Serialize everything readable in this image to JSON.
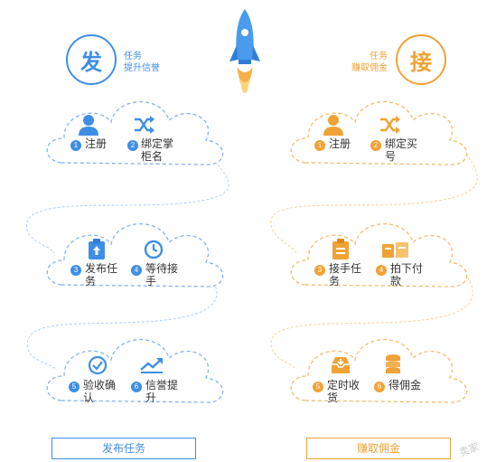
{
  "colors": {
    "publish": "#3f8ee6",
    "accept": "#f1a236"
  },
  "publish": {
    "badge": "发",
    "subtitle_1": "任务",
    "subtitle_2": "提升信誉",
    "steps": [
      {
        "num": "1",
        "label": "注册",
        "icon": "user-icon"
      },
      {
        "num": "2",
        "label": "绑定掌\n柜名",
        "icon": "shuffle-icon"
      },
      {
        "num": "3",
        "label": "发布任\n务",
        "icon": "clipboard-upload-icon"
      },
      {
        "num": "4",
        "label": "等待接\n手",
        "icon": "clock-icon"
      },
      {
        "num": "5",
        "label": "验收确\n认",
        "icon": "check-circle-icon"
      },
      {
        "num": "6",
        "label": "信誉提\n升",
        "icon": "trend-up-icon"
      }
    ],
    "button": "发布任务"
  },
  "accept": {
    "badge": "接",
    "subtitle_1": "任务",
    "subtitle_2": "赚取佣金",
    "steps": [
      {
        "num": "1",
        "label": "注册",
        "icon": "user-icon"
      },
      {
        "num": "2",
        "label": "绑定买\n号",
        "icon": "shuffle-icon"
      },
      {
        "num": "3",
        "label": "接手任\n务",
        "icon": "clipboard-icon"
      },
      {
        "num": "4",
        "label": "拍下付\n款",
        "icon": "wallet-icon"
      },
      {
        "num": "5",
        "label": "定时收\n货",
        "icon": "inbox-icon"
      },
      {
        "num": "6",
        "label": "得佣金",
        "icon": "coins-icon"
      }
    ],
    "button": "赚取佣金"
  },
  "watermark": "卖家"
}
